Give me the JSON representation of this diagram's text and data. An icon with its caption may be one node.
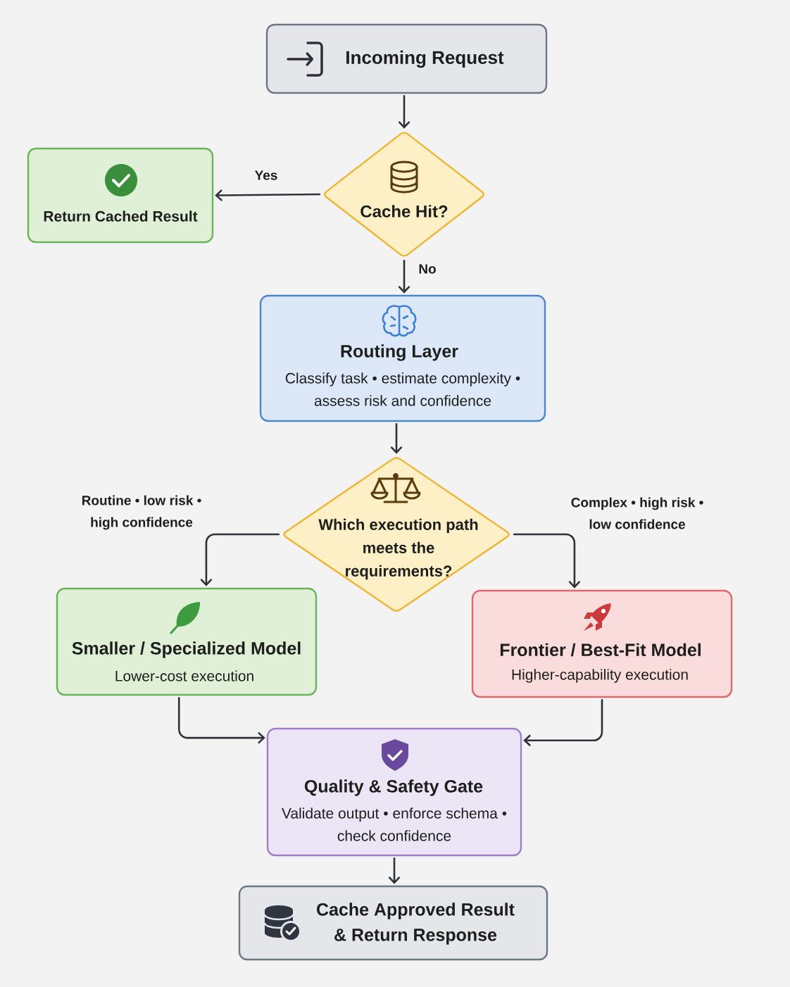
{
  "diagram": {
    "nodes": [
      {
        "text": [
          "Incoming Request"
        ]
      },
      {
        "text": [
          "Cache Hit?"
        ]
      },
      {
        "text": [
          "Return Cached Result"
        ]
      },
      {
        "text": [
          "Routing Layer",
          "Classify task • estimate complexity • assess risk and confidence"
        ]
      },
      {
        "text": [
          "Which execution path meets the requirements?"
        ]
      },
      {
        "text": [
          "Smaller / Specialized Model",
          "Lower-cost execution"
        ]
      },
      {
        "text": [
          "Frontier / Best-Fit Model",
          "Higher-capability execution"
        ]
      },
      {
        "text": [
          "Quality & Safety Gate",
          "Validate output • enforce schema • check confidence"
        ]
      },
      {
        "text": [
          "Cache Approved Result & Return Response"
        ]
      }
    ],
    "edges": [
      {
        "from": 0,
        "to": 1,
        "arrow": "to"
      },
      {
        "from": 1,
        "to": 2,
        "arrow": "to",
        "label": "Yes"
      },
      {
        "from": 1,
        "to": 3,
        "arrow": "to",
        "label": "No"
      },
      {
        "from": 3,
        "to": 4,
        "arrow": "to"
      },
      {
        "from": 4,
        "to": 5,
        "arrow": "to",
        "label": "Routine • low risk • high confidence"
      },
      {
        "from": 4,
        "to": 6,
        "arrow": "to",
        "label": "Complex • high risk • low confidence"
      },
      {
        "from": 5,
        "to": 7,
        "arrow": "to"
      },
      {
        "from": 6,
        "to": 7,
        "arrow": "to"
      },
      {
        "from": 7,
        "to": 8,
        "arrow": "to"
      }
    ]
  }
}
